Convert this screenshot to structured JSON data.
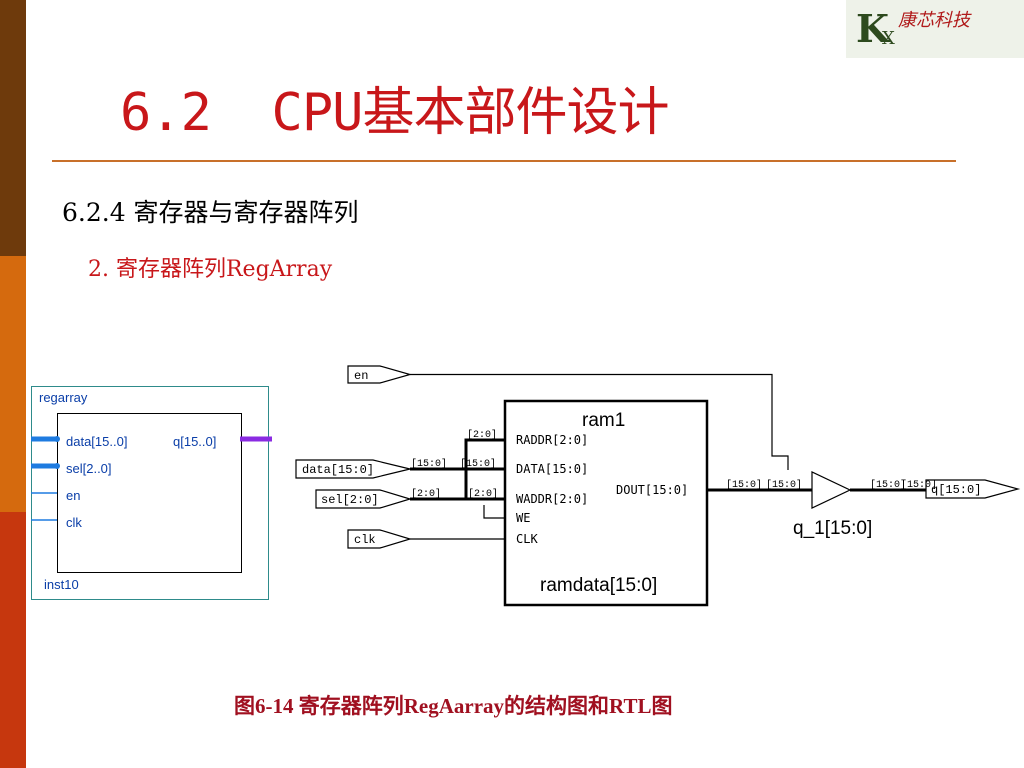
{
  "logo": {
    "mark": "K",
    "sub": "X",
    "name": "康芯科技"
  },
  "slide": {
    "title": "6.2  CPU基本部件设计",
    "section": "6.2.4 寄存器与寄存器阵列",
    "subsection": "2. 寄存器阵列RegArray",
    "caption": "图6-14 寄存器阵列RegAarray的结构图和RTL图"
  },
  "symbol": {
    "name": "regarray",
    "instance": "inst10",
    "inputs": [
      "data[15..0]",
      "sel[2..0]",
      "en",
      "clk"
    ],
    "output": "q[15..0]"
  },
  "rtl": {
    "ports": {
      "en": "en",
      "data": "data[15:0]",
      "sel": "sel[2:0]",
      "clk": "clk",
      "q": "q[15:0]"
    },
    "ram": {
      "name": "ram1",
      "instance": "ramdata[15:0]",
      "pins": [
        "RADDR[2:0]",
        "DATA[15:0]",
        "WADDR[2:0]",
        "WE",
        "CLK"
      ],
      "out_pin": "DOUT[15:0]"
    },
    "reg": {
      "name": "q_1[15:0]"
    },
    "bus_tags": {
      "b20_top": "[2:0]",
      "b150_in1": "[15:0]",
      "b150_in2": "[15:0]",
      "b20_low": "[2:0]",
      "b20_mid": "[2:0]",
      "b150_dout1": "[15:0]",
      "b150_dout2": "[15:0]",
      "b150_q1": "[15:0]",
      "b150_q2": "[15:0]"
    }
  },
  "colors": {
    "title_red": "#c8171a",
    "symbol_blue": "#0a3ea8",
    "bus_blue": "#1e7be0",
    "bus_purple": "#8a2be2",
    "frame_teal": "#2e8b8b"
  }
}
